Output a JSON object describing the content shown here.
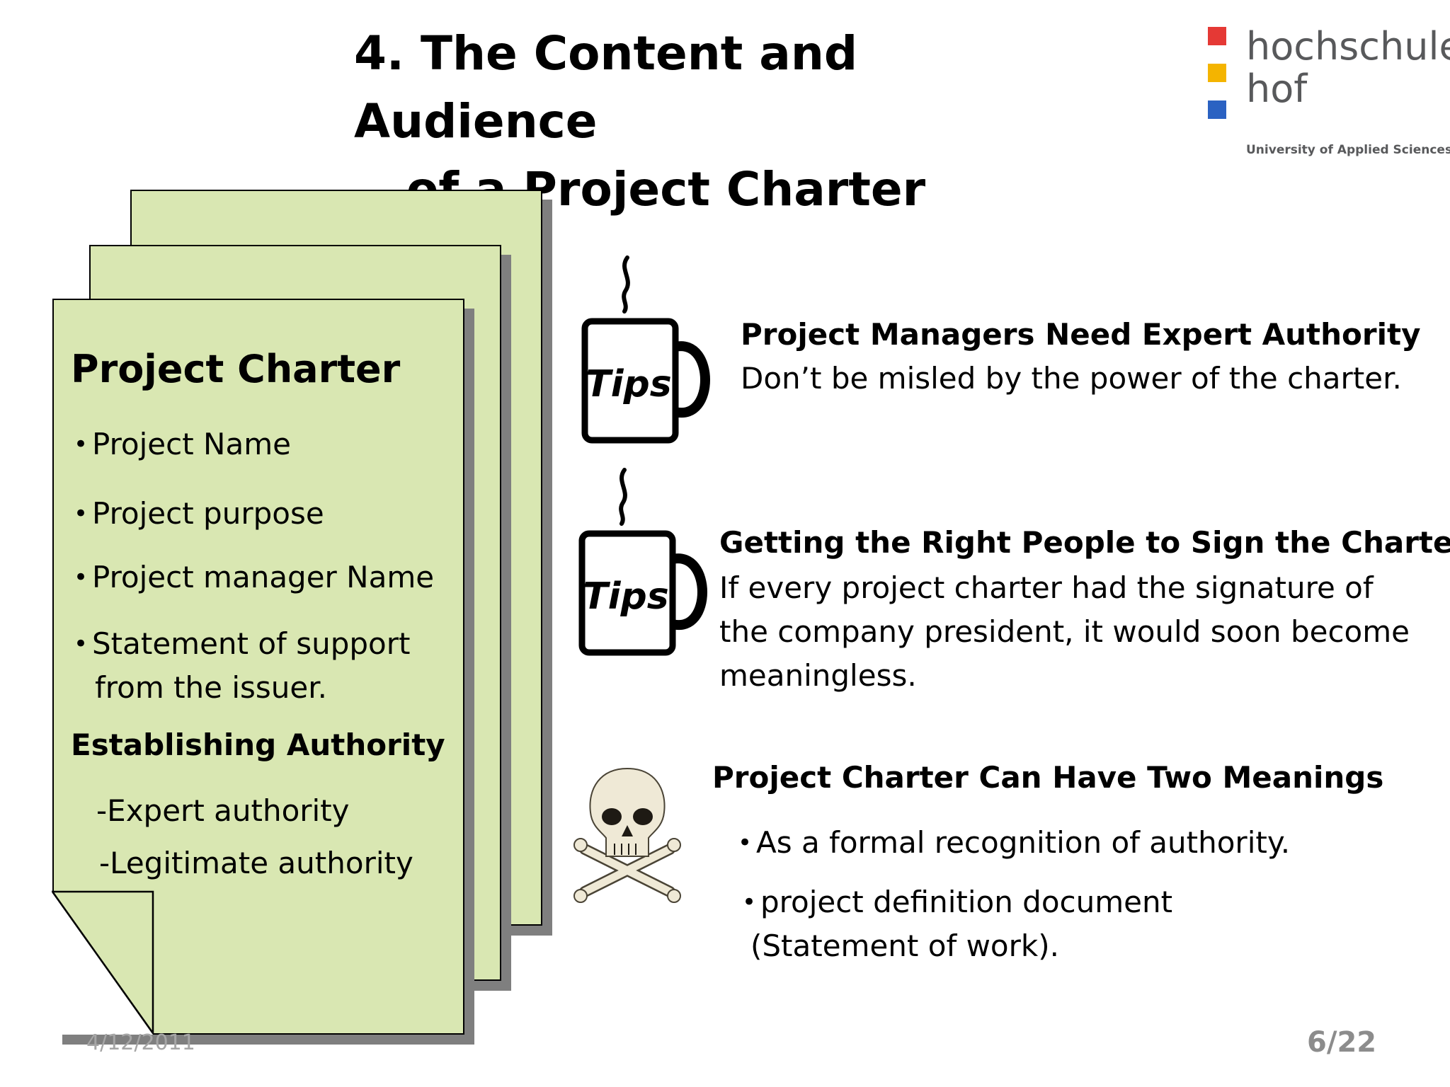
{
  "title": {
    "line1": "4. The Content and Audience",
    "line2": "of a Project Charter"
  },
  "logo": {
    "word1": "hochschule",
    "word2": "hof",
    "tagline": "University of Applied Sciences",
    "colors": [
      "#e53935",
      "#f4b400",
      "#2b62c2"
    ]
  },
  "charter": {
    "heading": "Project Charter",
    "items": [
      "Project Name",
      "Project purpose",
      "Project manager Name",
      "Statement of support",
      "from the issuer."
    ],
    "authority_heading": "Establishing Authority",
    "authority_items": [
      "-Expert authority",
      "-Legitimate authority"
    ],
    "page_color": "#d9e7b2"
  },
  "tips": [
    {
      "icon_label": "Tips",
      "heading": "Project Managers Need Expert Authority",
      "body": [
        "Don’t be misled by the power of the charter."
      ]
    },
    {
      "icon_label": "Tips",
      "heading": "Getting the Right People to Sign the Charter",
      "body": [
        "If every project charter had the signature of",
        "the company president, it would soon become",
        "meaningless."
      ]
    }
  ],
  "warning": {
    "heading": "Project Charter Can Have Two Meanings",
    "items": [
      "As a formal recognition of authority.",
      "project definition document",
      "(Statement of work)."
    ]
  },
  "footer": {
    "date": "4/12/2011",
    "page": "6/22"
  }
}
